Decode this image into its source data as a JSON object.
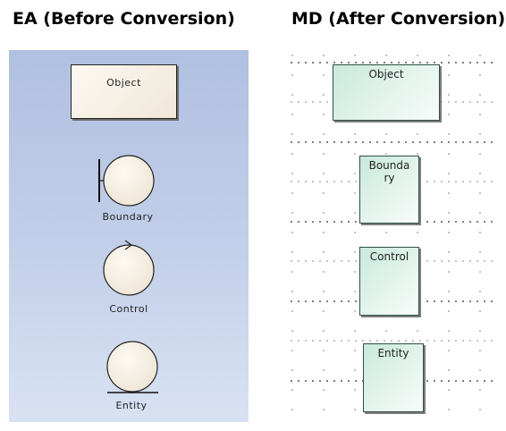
{
  "titles": {
    "ea": "EA (Before Conversion)",
    "md": "MD (After Conversion)"
  },
  "ea": {
    "object": "Object",
    "boundary": "Boundary",
    "control": "Control",
    "entity": "Entity"
  },
  "md": {
    "object": "Object",
    "boundary": "Boundary",
    "control": "Control",
    "entity": "Entity"
  },
  "colors": {
    "ea_background_top": "#b0c0e0",
    "ea_background_bottom": "#d9e2f3",
    "ea_element_fill": "#f5efe4",
    "md_element_fill": "#d8efe5"
  }
}
